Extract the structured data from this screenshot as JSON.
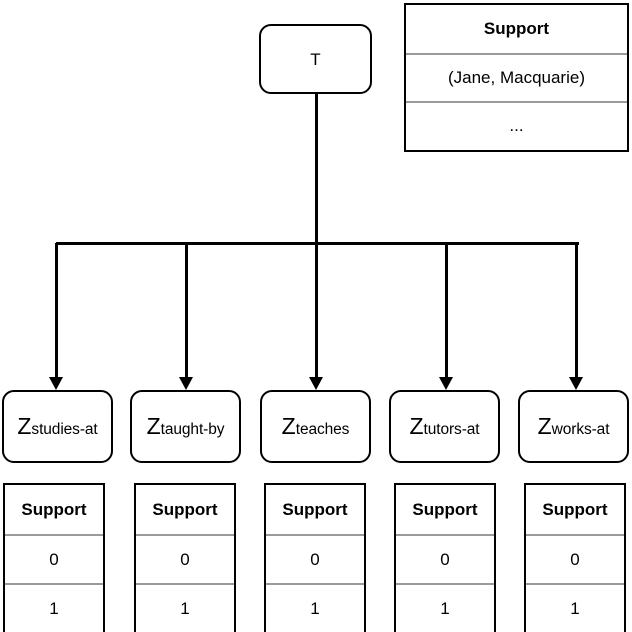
{
  "diagram": {
    "root": {
      "label": "T"
    },
    "root_table": {
      "header": "Support",
      "rows": [
        "(Jane, Macquarie)",
        "..."
      ]
    },
    "leaves": [
      {
        "symbol": "Z",
        "subscript": "studies-at",
        "table": {
          "header": "Support",
          "rows": [
            "0",
            "1"
          ]
        }
      },
      {
        "symbol": "Z",
        "subscript": "taught-by",
        "table": {
          "header": "Support",
          "rows": [
            "0",
            "1"
          ]
        }
      },
      {
        "symbol": "Z",
        "subscript": "teaches",
        "table": {
          "header": "Support",
          "rows": [
            "0",
            "1"
          ]
        }
      },
      {
        "symbol": "Z",
        "subscript": "tutors-at",
        "table": {
          "header": "Support",
          "rows": [
            "0",
            "1"
          ]
        }
      },
      {
        "symbol": "Z",
        "subscript": "works-at",
        "table": {
          "header": "Support",
          "rows": [
            "0",
            "1"
          ]
        }
      }
    ],
    "colors": {
      "stroke": "#000000",
      "separator": "#9a9a9a",
      "background": "#ffffff"
    }
  }
}
